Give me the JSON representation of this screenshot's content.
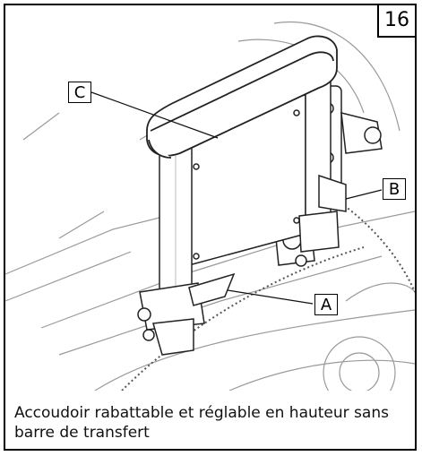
{
  "figure": {
    "number": "16",
    "caption": "Accoudoir rabattable et réglable en hauteur sans barre de transfert"
  },
  "callouts": {
    "a": "A",
    "b": "B",
    "c": "C"
  },
  "colors": {
    "line": "#222222",
    "light_line": "#9a9a9a",
    "background": "#ffffff"
  }
}
